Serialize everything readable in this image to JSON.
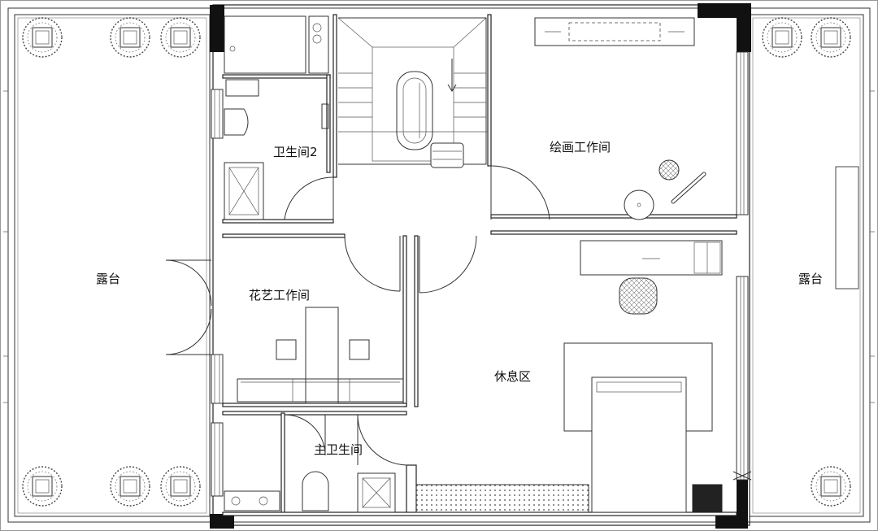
{
  "rooms": {
    "bathroom2": "卫生间2",
    "painting_studio": "绘画工作间",
    "terrace_left": "露台",
    "terrace_right": "露台",
    "floral_studio": "花艺工作间",
    "lounge": "休息区",
    "master_bath": "主卫生间"
  },
  "colors": {
    "line": "#222222",
    "fill": "#111111",
    "background": "#ffffff"
  }
}
